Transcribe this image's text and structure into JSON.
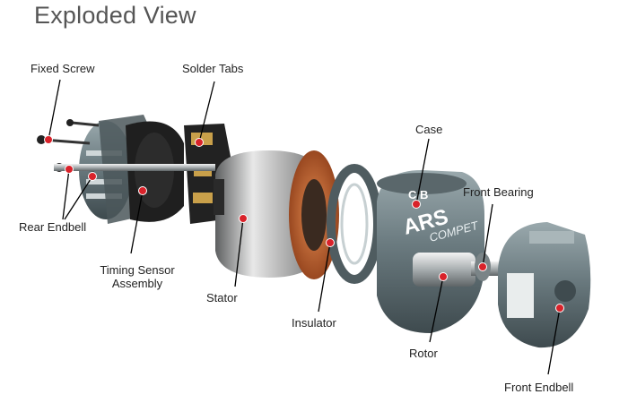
{
  "title": "Exploded View",
  "labels": {
    "fixed_screw": "Fixed Screw",
    "solder_tabs": "Solder Tabs",
    "case": "Case",
    "front_bearing": "Front Bearing",
    "rear_endbell": "Rear Endbell",
    "timing_sensor_1": "Timing Sensor",
    "timing_sensor_2": "Assembly",
    "stator": "Stator",
    "insulator": "Insulator",
    "rotor": "Rotor",
    "front_endbell": "Front Endbell"
  },
  "case_print": {
    "top": "C B",
    "brand": "ARS",
    "sub": "COMPET"
  },
  "colors": {
    "marker": "#d9222a",
    "leader": "#000000",
    "metal": "#6e7f84",
    "copper": "#b5562a"
  }
}
